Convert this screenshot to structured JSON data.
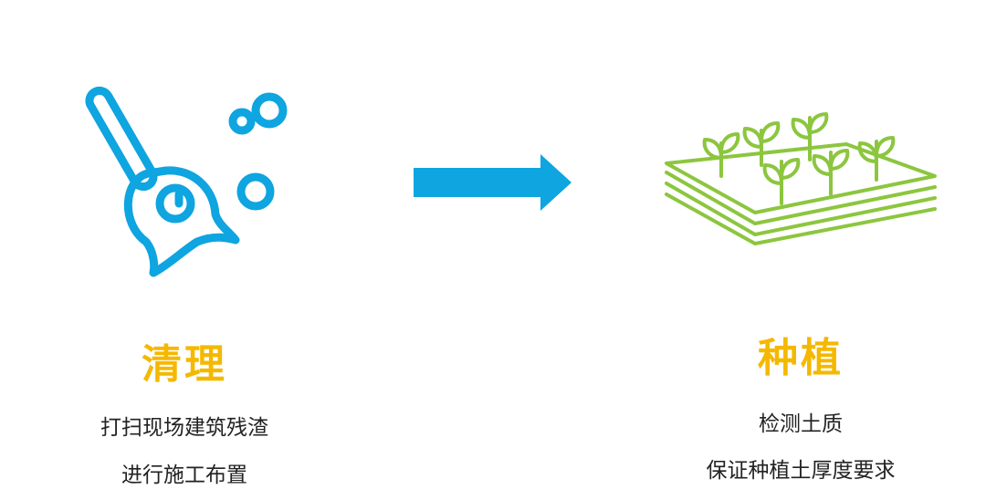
{
  "colors": {
    "accent_blue": "#0ea5e0",
    "accent_yellow": "#f5b800",
    "accent_green": "#8cc63f",
    "text_dark": "#222222"
  },
  "icons": {
    "left": "broom-icon",
    "center": "arrow-right-icon",
    "right": "seedling-tray-icon"
  },
  "steps": [
    {
      "title": "清理",
      "lines": [
        "打扫现场建筑残渣",
        "进行施工布置"
      ]
    },
    {
      "title": "种植",
      "lines": [
        "检测土质",
        "保证种植土厚度要求"
      ]
    }
  ]
}
